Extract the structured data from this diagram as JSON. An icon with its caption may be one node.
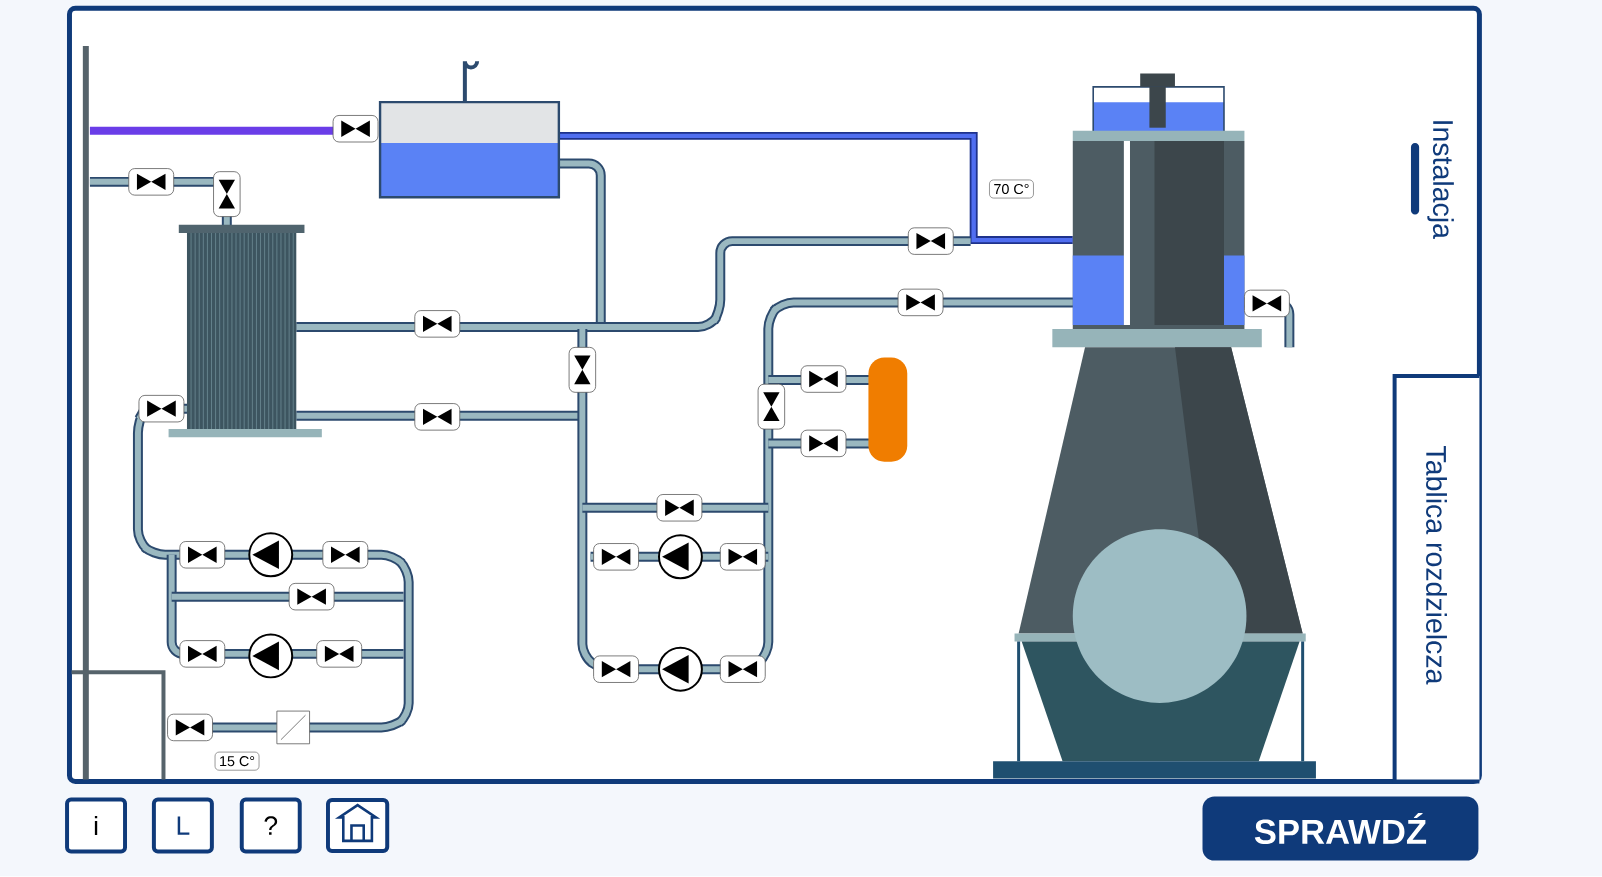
{
  "diagram": {
    "nodes": [
      {
        "text": [
          "70 C°"
        ]
      },
      {
        "text": [
          "15 C°"
        ]
      },
      {
        "text": [
          "Instalacja"
        ]
      },
      {
        "text": [
          "Tablica rozdzielcza"
        ]
      },
      {
        "text": [
          "i"
        ]
      },
      {
        "text": [
          "L"
        ]
      },
      {
        "text": [
          "?"
        ]
      },
      {
        "text": [
          "SPRAWDŹ"
        ]
      }
    ]
  }
}
